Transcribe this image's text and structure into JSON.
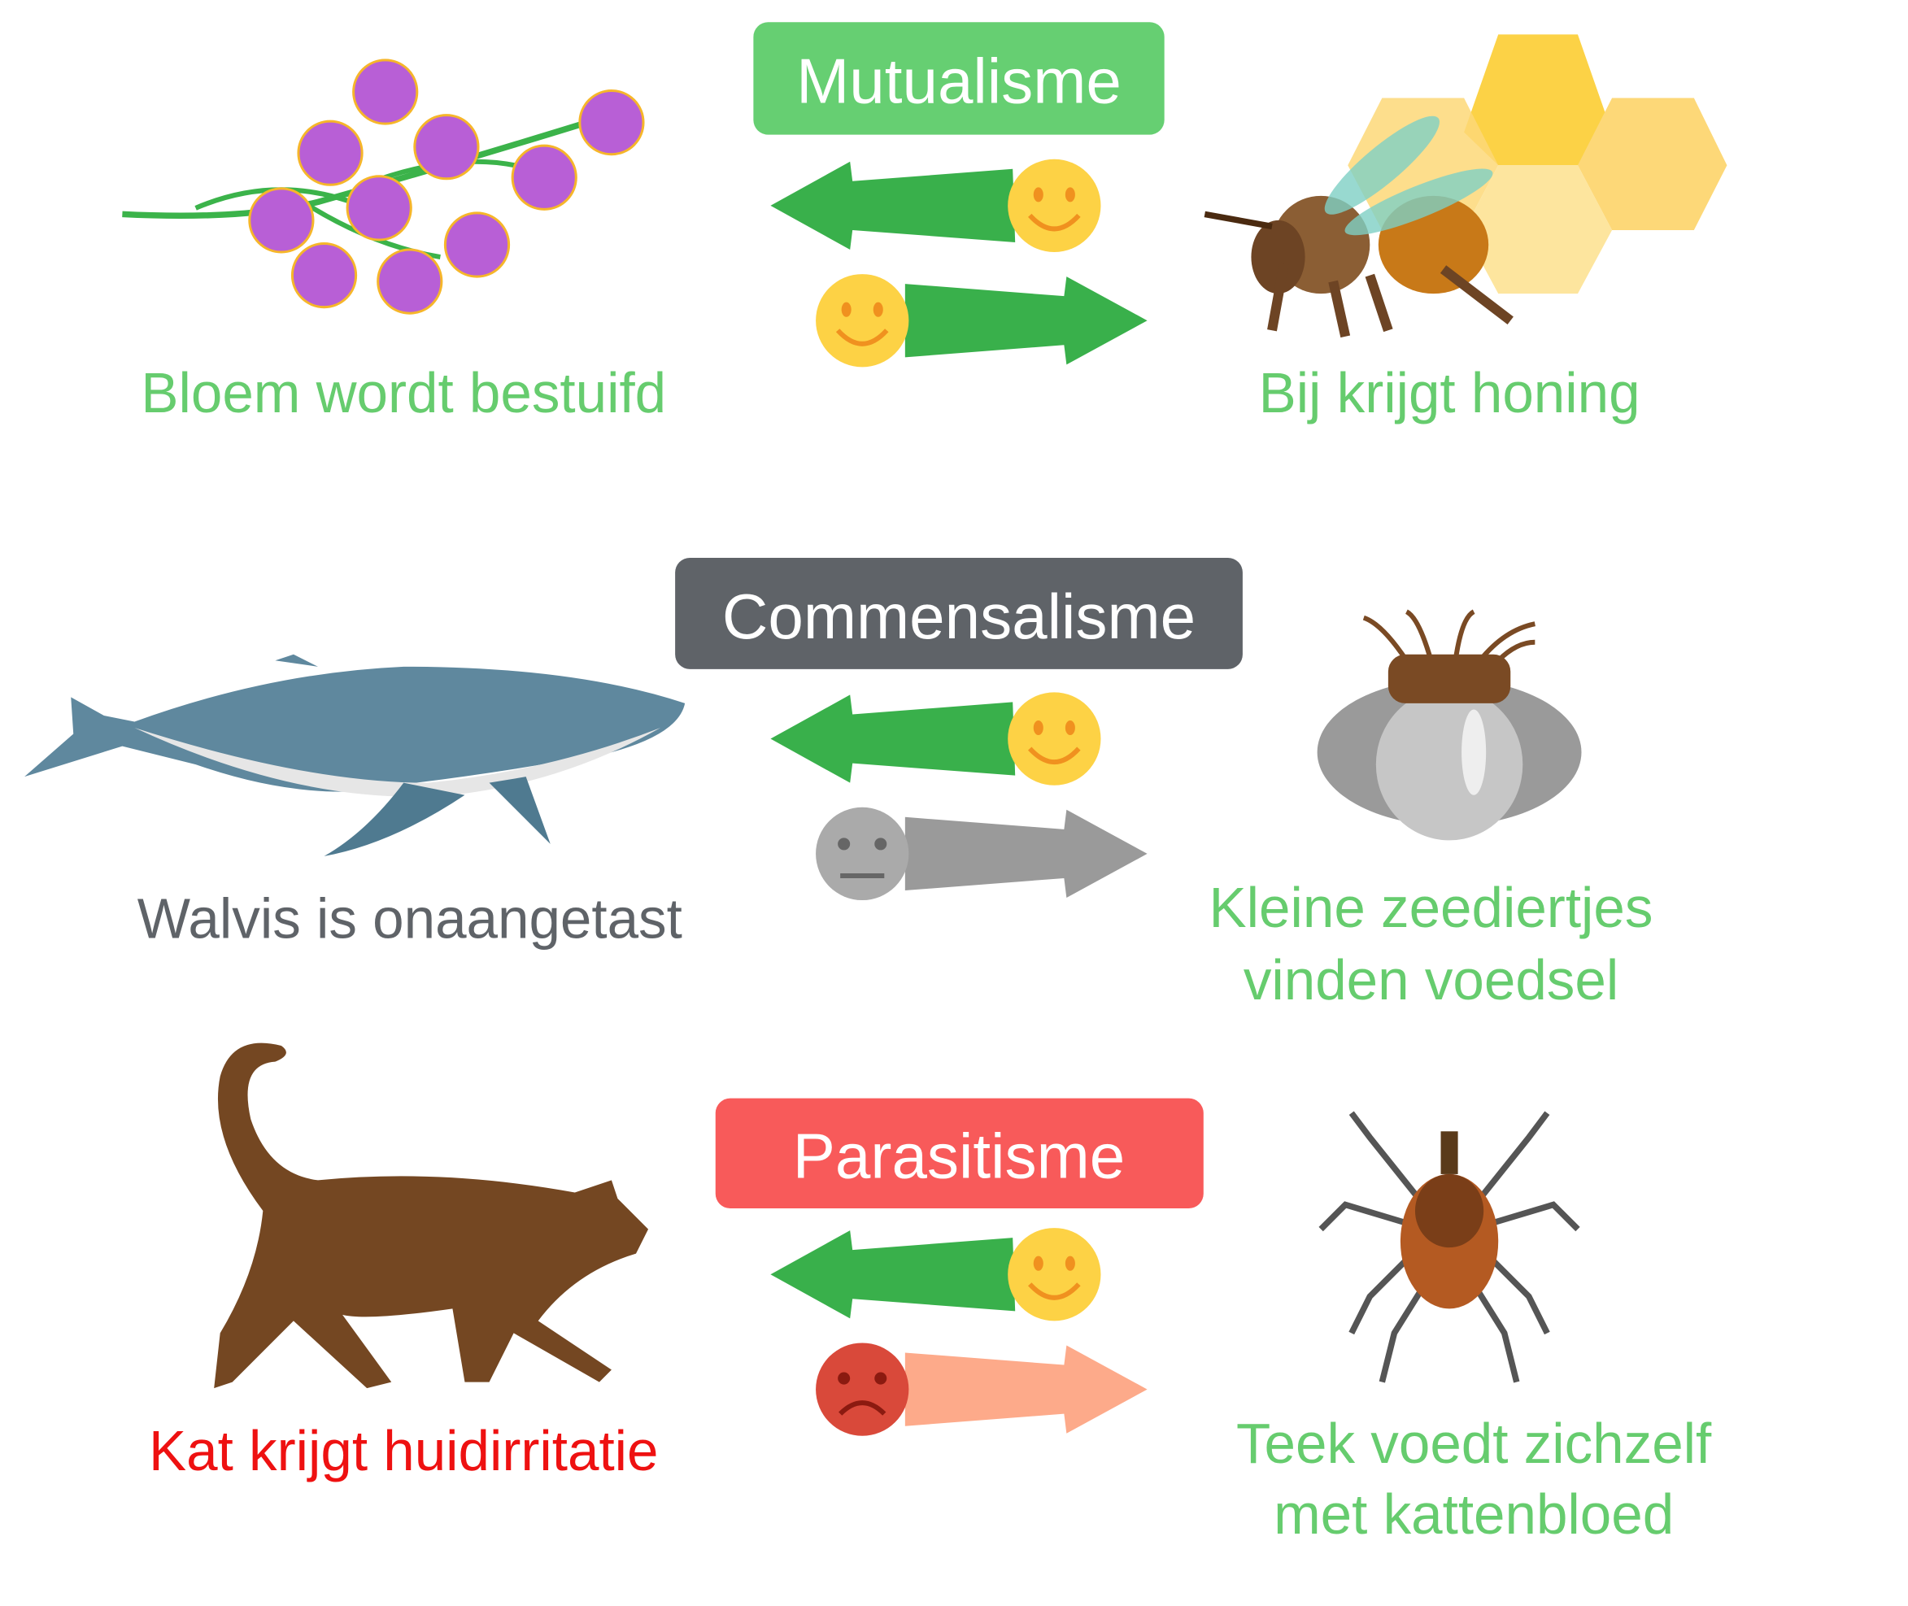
{
  "colors": {
    "mutualism": "#66cf72",
    "commensalism": "#5f6368",
    "parasitism": "#f85a5a",
    "green_label": "#66cc6e",
    "gray_label": "#5f6368",
    "red_label": "#ee1111",
    "arrow_green": "#39b04b",
    "arrow_gray": "#9a9a9a",
    "arrow_salmon": "#fdaa8a",
    "smiley_yellow": "#fdd245",
    "neutral_gray": "#aaaaaa",
    "sad_red": "#d9493a"
  },
  "sections": [
    {
      "title": "Mutualisme",
      "left_label": [
        "Bloem wordt bestuifd"
      ],
      "right_label": [
        "Bij krijgt honing"
      ],
      "left_organism": "flower",
      "right_organism": "bee",
      "right_effect": "happy",
      "left_effect": "happy"
    },
    {
      "title": "Commensalisme",
      "left_label": [
        "Walvis is onaangetast"
      ],
      "right_label": [
        "Kleine zeediertjes",
        "vinden voedsel"
      ],
      "left_organism": "whale",
      "right_organism": "barnacle",
      "right_effect": "happy",
      "left_effect": "neutral"
    },
    {
      "title": "Parasitisme",
      "left_label": [
        "Kat krijgt huidirritatie"
      ],
      "right_label": [
        "Teek voedt zichzelf",
        "met kattenbloed"
      ],
      "left_organism": "cat",
      "right_organism": "tick",
      "right_effect": "happy",
      "left_effect": "sad"
    }
  ]
}
